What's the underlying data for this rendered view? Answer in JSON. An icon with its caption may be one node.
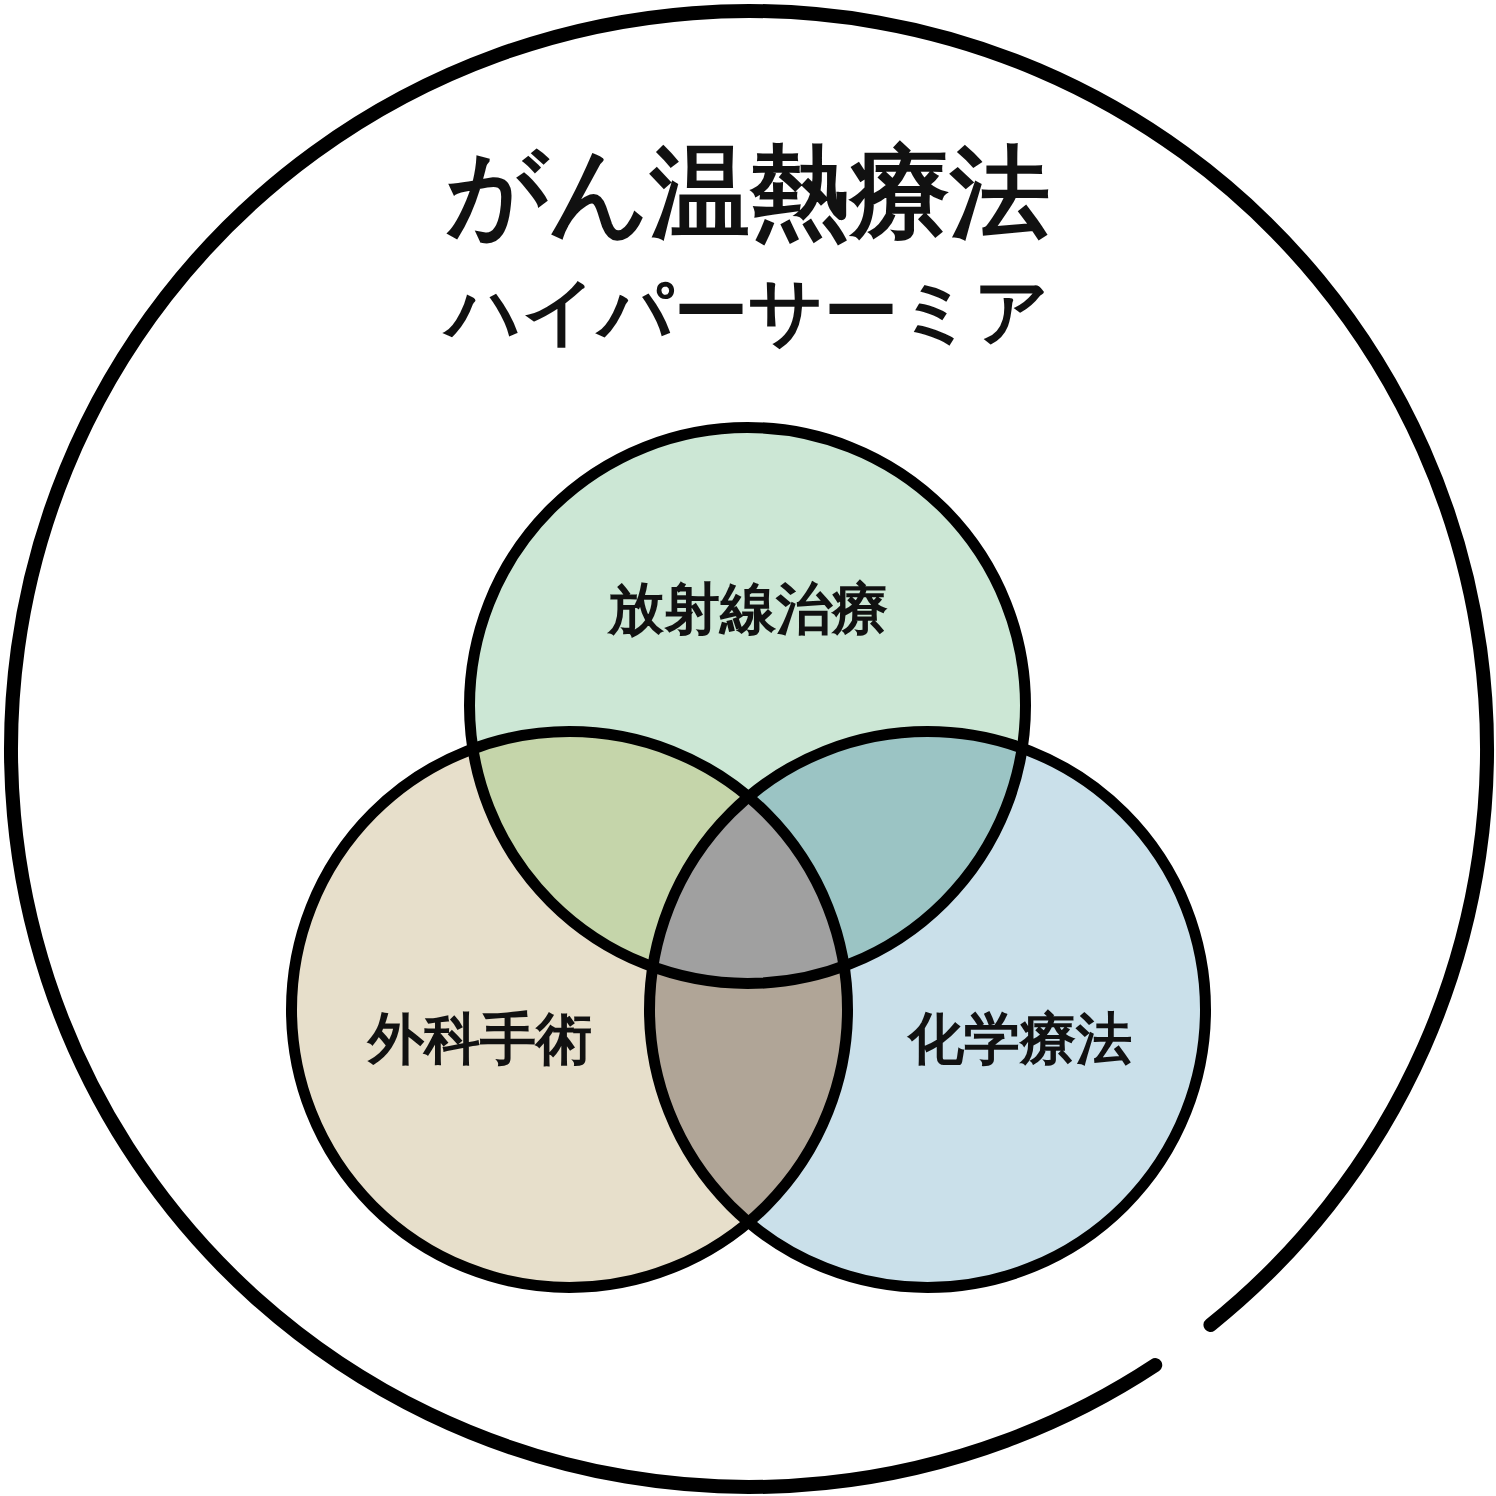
{
  "diagram": {
    "nodes": [
      {
        "text": [
          "がん温熱療法",
          "ハイパーサーミア"
        ]
      },
      {
        "text": [
          "放射線治療"
        ],
        "in": 0
      },
      {
        "text": [
          "外科手術"
        ],
        "in": 0
      },
      {
        "text": [
          "化学療法"
        ],
        "in": 0
      }
    ]
  }
}
